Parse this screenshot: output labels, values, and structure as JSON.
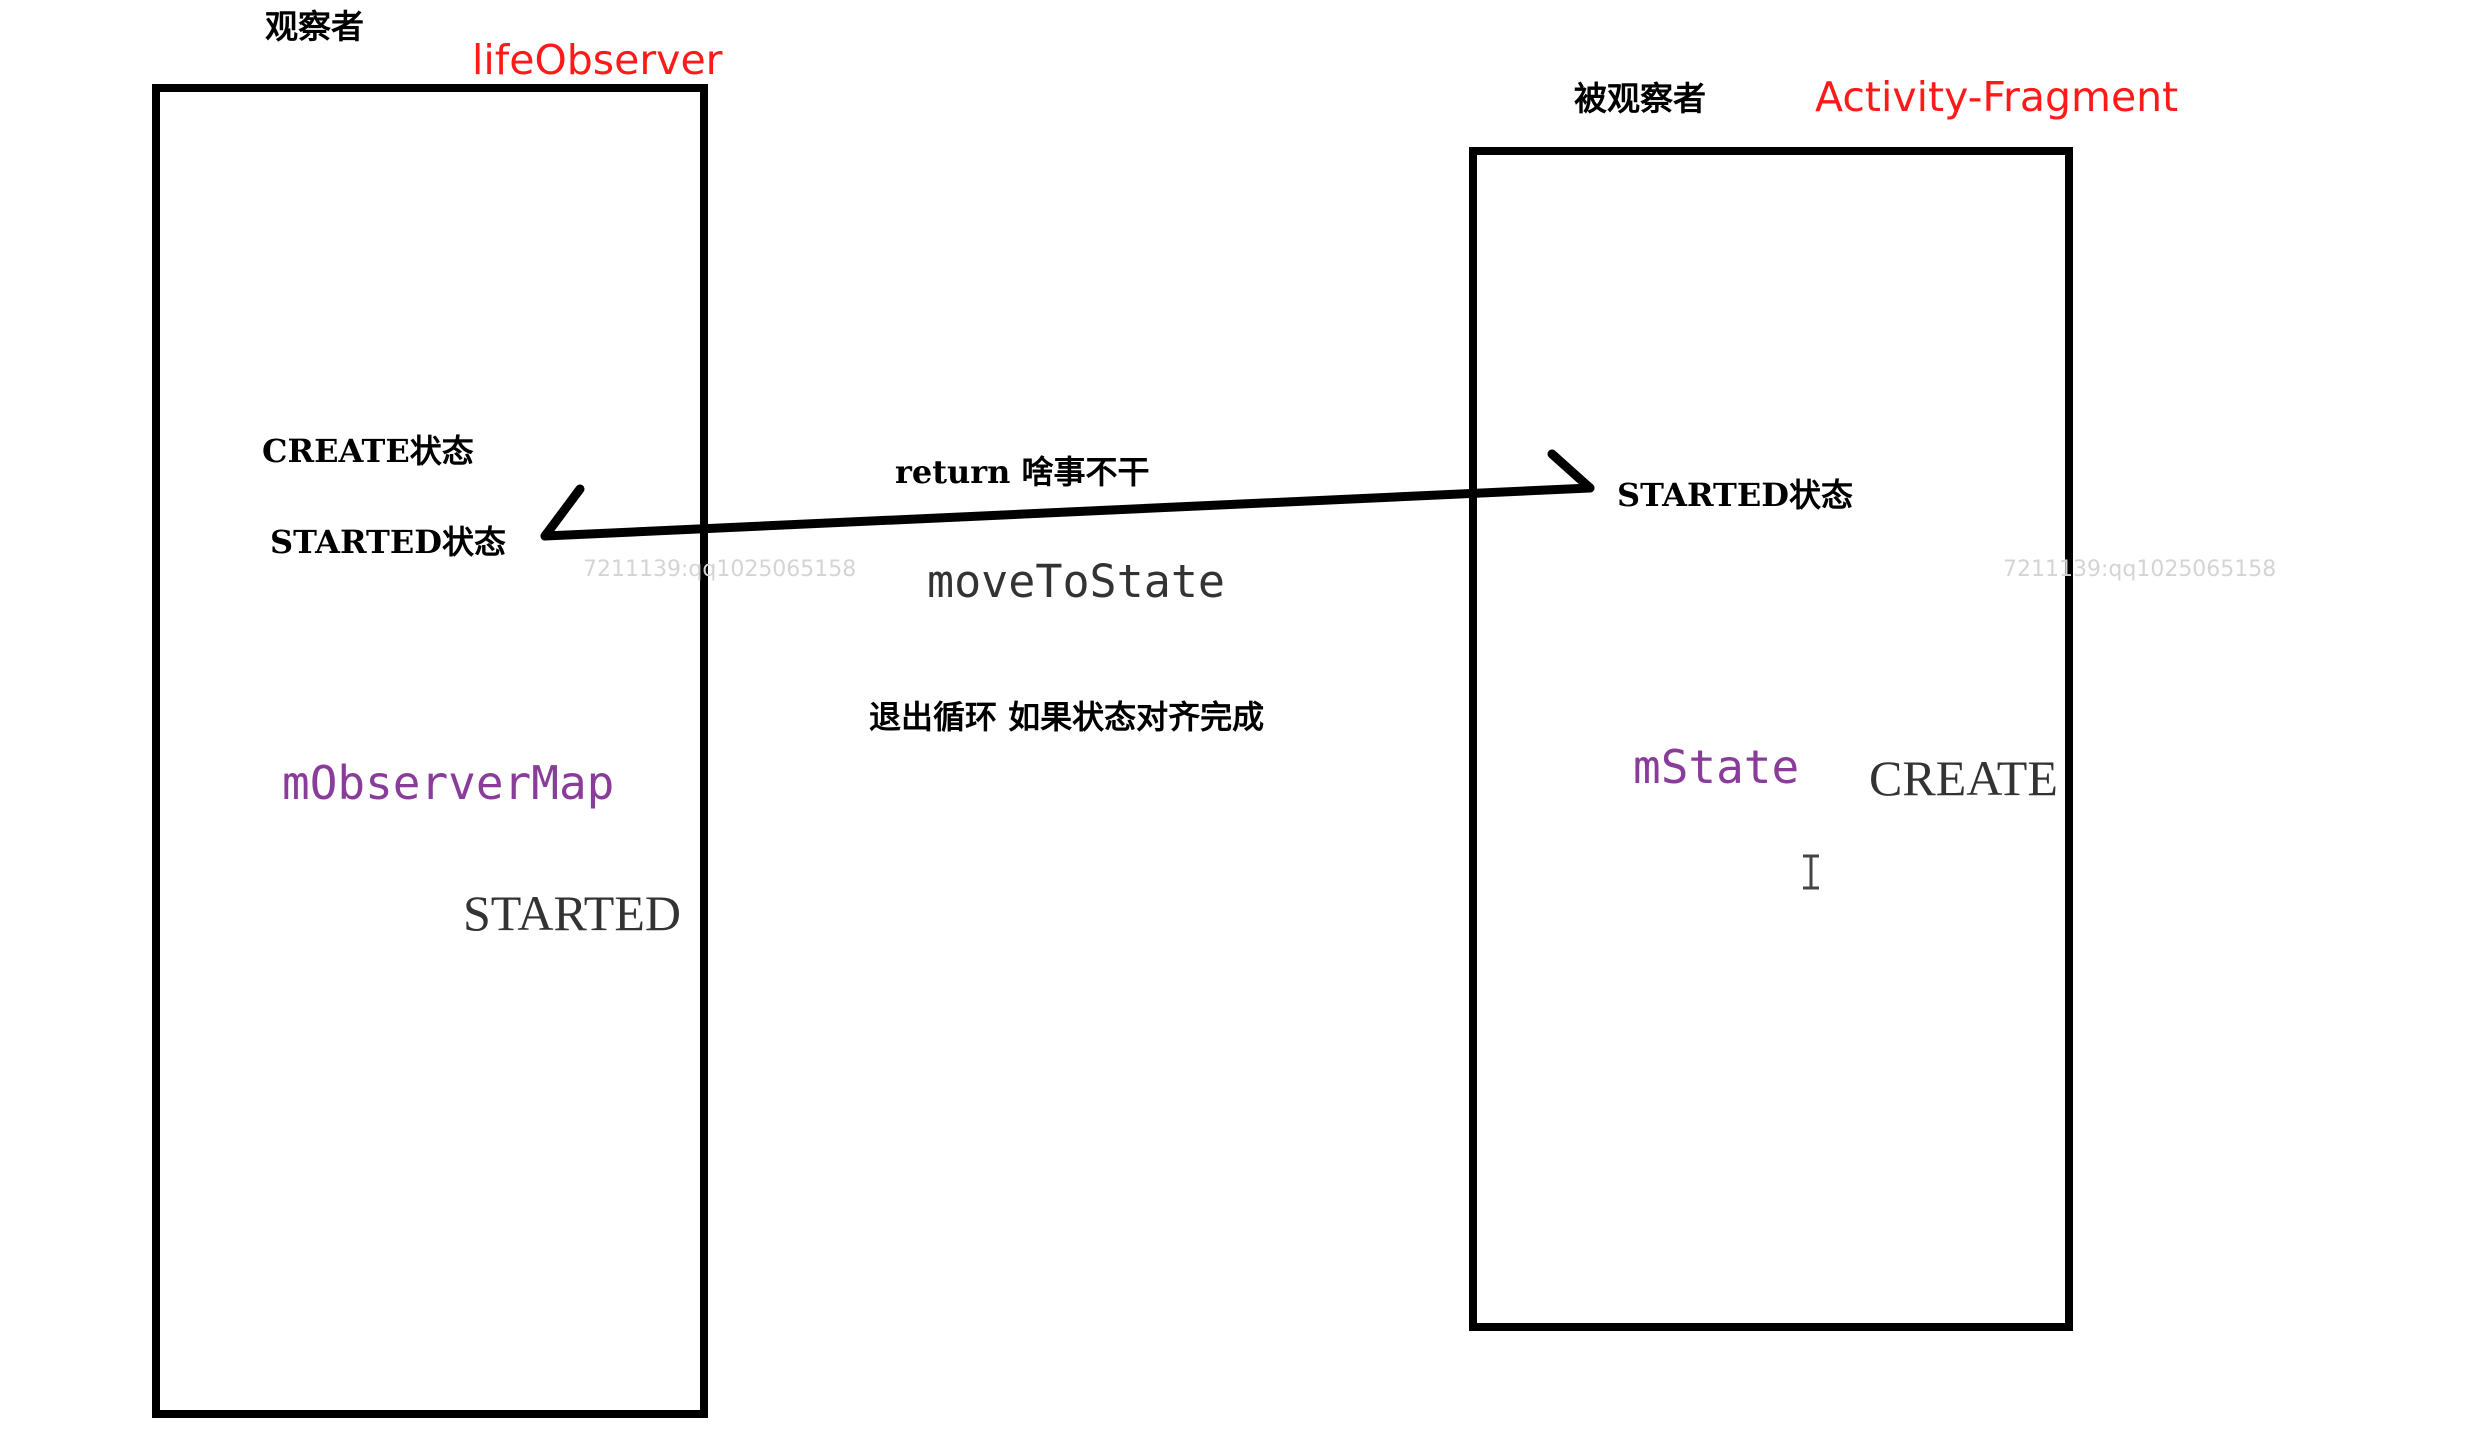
{
  "observer": {
    "title": "观察者",
    "subtitle": "lifeObserver",
    "state_create": "CREATE状态",
    "state_started": "STARTED状态",
    "map_name": "mObserverMap",
    "map_value": "STARTED"
  },
  "observed": {
    "title": "被观察者",
    "subtitle": "Activity-Fragment",
    "state_started": "STARTED状态",
    "state_name": "mState",
    "state_value": "CREATE"
  },
  "transition": {
    "return_note": "return 啥事不干",
    "method": "moveToState",
    "exit_note": "退出循环 如果状态对齐完成"
  },
  "watermarks": {
    "left": "7211139:qq1025065158",
    "right": "7211139:qq1025065158"
  },
  "colors": {
    "outline": "#000000",
    "subtitle": "#ff1a1a",
    "variable": "#8a3c9a",
    "value": "#333333"
  },
  "icons": {
    "cursor": "text-cursor-icon"
  }
}
